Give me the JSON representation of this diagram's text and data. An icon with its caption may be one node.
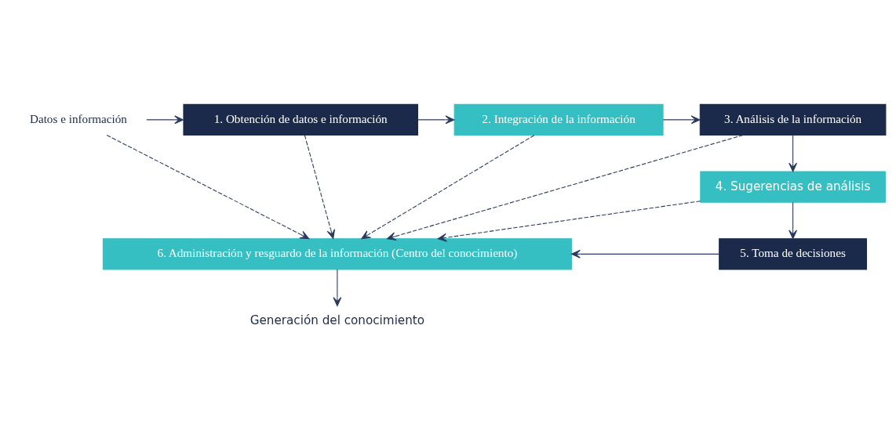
{
  "diagram": {
    "nodes": [
      {
        "text": [
          "Datos e información"
        ]
      },
      {
        "text": [
          "1. Obtención de datos e información"
        ]
      },
      {
        "text": [
          "2. Integración de la información"
        ]
      },
      {
        "text": [
          "3. Análisis de la información"
        ]
      },
      {
        "text": [
          "4. Sugerencias de análisis"
        ]
      },
      {
        "text": [
          "5. Toma de decisiones"
        ]
      },
      {
        "text": [
          "6. Administración y resguardo de la información (Centro del conocimiento)"
        ]
      },
      {
        "text": [
          "Generación del conocimiento"
        ]
      }
    ],
    "edges": [
      {
        "from": 0,
        "to": 1,
        "arrow": "to"
      },
      {
        "from": 1,
        "to": 2,
        "arrow": "to"
      },
      {
        "from": 2,
        "to": 3,
        "arrow": "to"
      },
      {
        "from": 3,
        "to": 4,
        "arrow": "to"
      },
      {
        "from": 4,
        "to": 5,
        "arrow": "to"
      },
      {
        "from": 5,
        "to": 6,
        "arrow": "to"
      },
      {
        "from": 0,
        "to": 6,
        "arrow": "to",
        "style": "dashed"
      },
      {
        "from": 1,
        "to": 6,
        "arrow": "to",
        "style": "dashed"
      },
      {
        "from": 2,
        "to": 6,
        "arrow": "to",
        "style": "dashed"
      },
      {
        "from": 3,
        "to": 6,
        "arrow": "to",
        "style": "dashed"
      },
      {
        "from": 4,
        "to": 6,
        "arrow": "to",
        "style": "dashed"
      },
      {
        "from": 6,
        "to": 7,
        "arrow": "to"
      }
    ]
  }
}
